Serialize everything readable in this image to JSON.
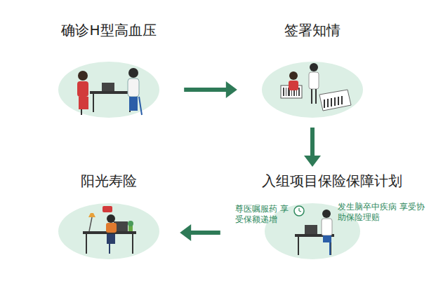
{
  "diagram": {
    "nodes": [
      {
        "text": [
          "确诊H型高血压"
        ]
      },
      {
        "text": [
          "签署知情"
        ]
      },
      {
        "text": [
          "入组项目保险保障计划",
          "尊医嘱服药 享受保额递增",
          "发生脑卒中疾病 享受协助保险理赔"
        ]
      },
      {
        "text": [
          "阳光寿险"
        ]
      }
    ],
    "edges": [
      {
        "from": 0,
        "to": 1,
        "arrow": "to"
      },
      {
        "from": 1,
        "to": 2,
        "arrow": "to"
      },
      {
        "from": 2,
        "to": 3,
        "arrow": "to"
      }
    ]
  }
}
